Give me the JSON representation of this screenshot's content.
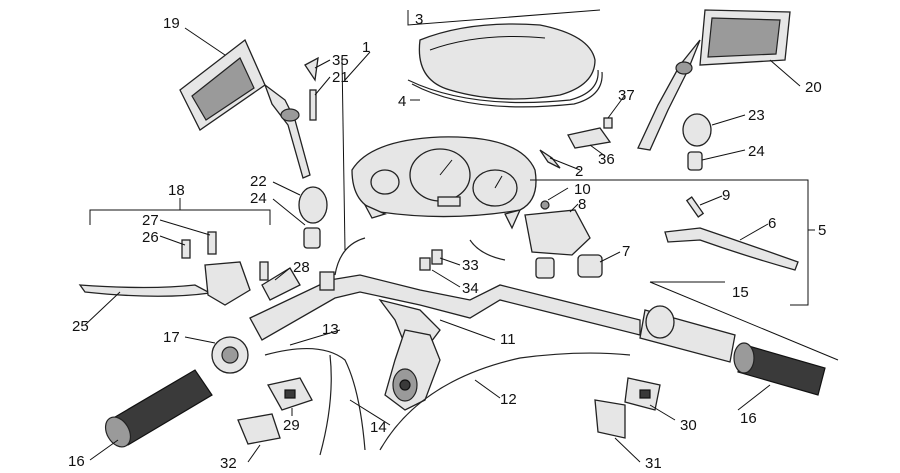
{
  "callouts": [
    {
      "id": "c1",
      "text": "1"
    },
    {
      "id": "c2",
      "text": "2"
    },
    {
      "id": "c3",
      "text": "3"
    },
    {
      "id": "c4",
      "text": "4"
    },
    {
      "id": "c5",
      "text": "5"
    },
    {
      "id": "c6",
      "text": "6"
    },
    {
      "id": "c7",
      "text": "7"
    },
    {
      "id": "c8",
      "text": "8"
    },
    {
      "id": "c9",
      "text": "9"
    },
    {
      "id": "c10",
      "text": "10"
    },
    {
      "id": "c11",
      "text": "11"
    },
    {
      "id": "c12",
      "text": "12"
    },
    {
      "id": "c13",
      "text": "13"
    },
    {
      "id": "c14",
      "text": "14"
    },
    {
      "id": "c15",
      "text": "15"
    },
    {
      "id": "c16a",
      "text": "16"
    },
    {
      "id": "c16b",
      "text": "16"
    },
    {
      "id": "c17",
      "text": "17"
    },
    {
      "id": "c18",
      "text": "18"
    },
    {
      "id": "c19",
      "text": "19"
    },
    {
      "id": "c20",
      "text": "20"
    },
    {
      "id": "c21",
      "text": "21"
    },
    {
      "id": "c22",
      "text": "22"
    },
    {
      "id": "c23",
      "text": "23"
    },
    {
      "id": "c24a",
      "text": "24"
    },
    {
      "id": "c24b",
      "text": "24"
    },
    {
      "id": "c25",
      "text": "25"
    },
    {
      "id": "c26",
      "text": "26"
    },
    {
      "id": "c27",
      "text": "27"
    },
    {
      "id": "c28",
      "text": "28"
    },
    {
      "id": "c29",
      "text": "29"
    },
    {
      "id": "c30",
      "text": "30"
    },
    {
      "id": "c31",
      "text": "31"
    },
    {
      "id": "c32",
      "text": "32"
    },
    {
      "id": "c33",
      "text": "33"
    },
    {
      "id": "c34",
      "text": "34"
    },
    {
      "id": "c35",
      "text": "35"
    },
    {
      "id": "c36",
      "text": "36"
    },
    {
      "id": "c37",
      "text": "37"
    }
  ]
}
